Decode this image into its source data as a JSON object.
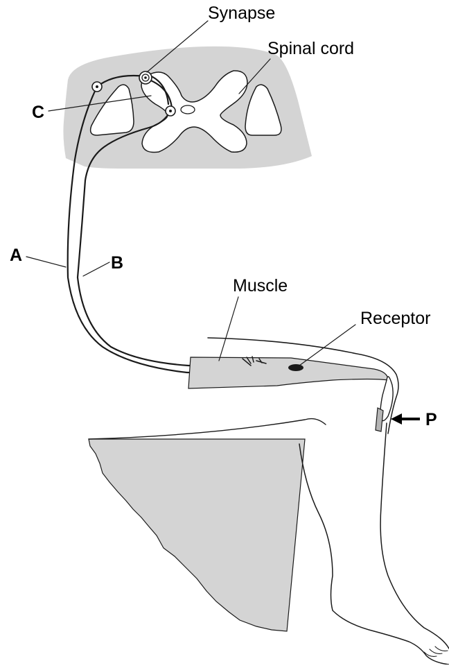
{
  "labels": {
    "synapse": "Synapse",
    "spinal_cord": "Spinal cord",
    "c": "C",
    "a": "A",
    "b": "B",
    "muscle": "Muscle",
    "receptor": "Receptor",
    "p": "P"
  },
  "colors": {
    "grey_fill": "#d4d4d4",
    "line": "#1a1a1a",
    "background": "#ffffff"
  }
}
